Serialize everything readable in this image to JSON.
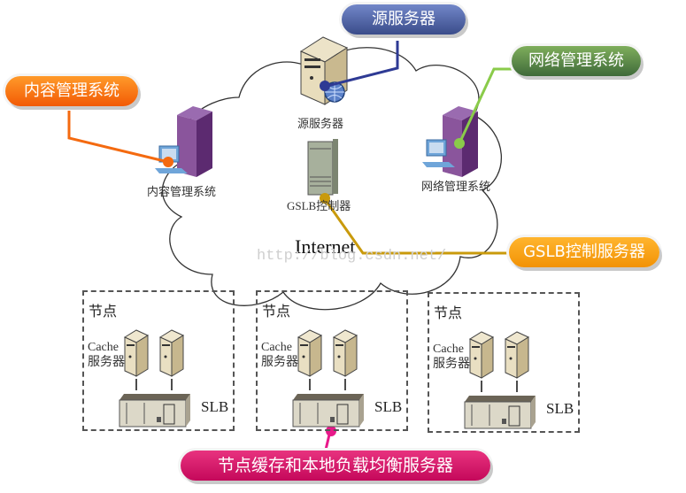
{
  "diagram": {
    "title": "CDN architecture",
    "cloud_label": "Internet",
    "watermark": "http://blog.csdn.net/",
    "callouts": {
      "content_mgmt": {
        "label": "内容管理系统",
        "color": "#f46a10"
      },
      "origin": {
        "label": "源服务器",
        "color": "#4a5c9c"
      },
      "network_mgmt": {
        "label": "网络管理系统",
        "color": "#4f7f45"
      },
      "gslb": {
        "label": "GSLB控制服务器",
        "color": "#f5a011"
      },
      "node_cache": {
        "label": "节点缓存和本地负载均衡服务器",
        "color": "#d61a6c"
      }
    },
    "devices": {
      "origin_server": "源服务器",
      "content_mgmt_system": "内容管理系统",
      "network_mgmt_system": "网络管理系统",
      "gslb_controller": "GSLB控制器"
    },
    "nodes": [
      {
        "title": "节点",
        "cache_label_1": "Cache",
        "cache_label_2": "服务器",
        "slb": "SLB"
      },
      {
        "title": "节点",
        "cache_label_1": "Cache",
        "cache_label_2": "服务器",
        "slb": "SLB"
      },
      {
        "title": "节点",
        "cache_label_1": "Cache",
        "cache_label_2": "服务器",
        "slb": "SLB"
      }
    ]
  }
}
